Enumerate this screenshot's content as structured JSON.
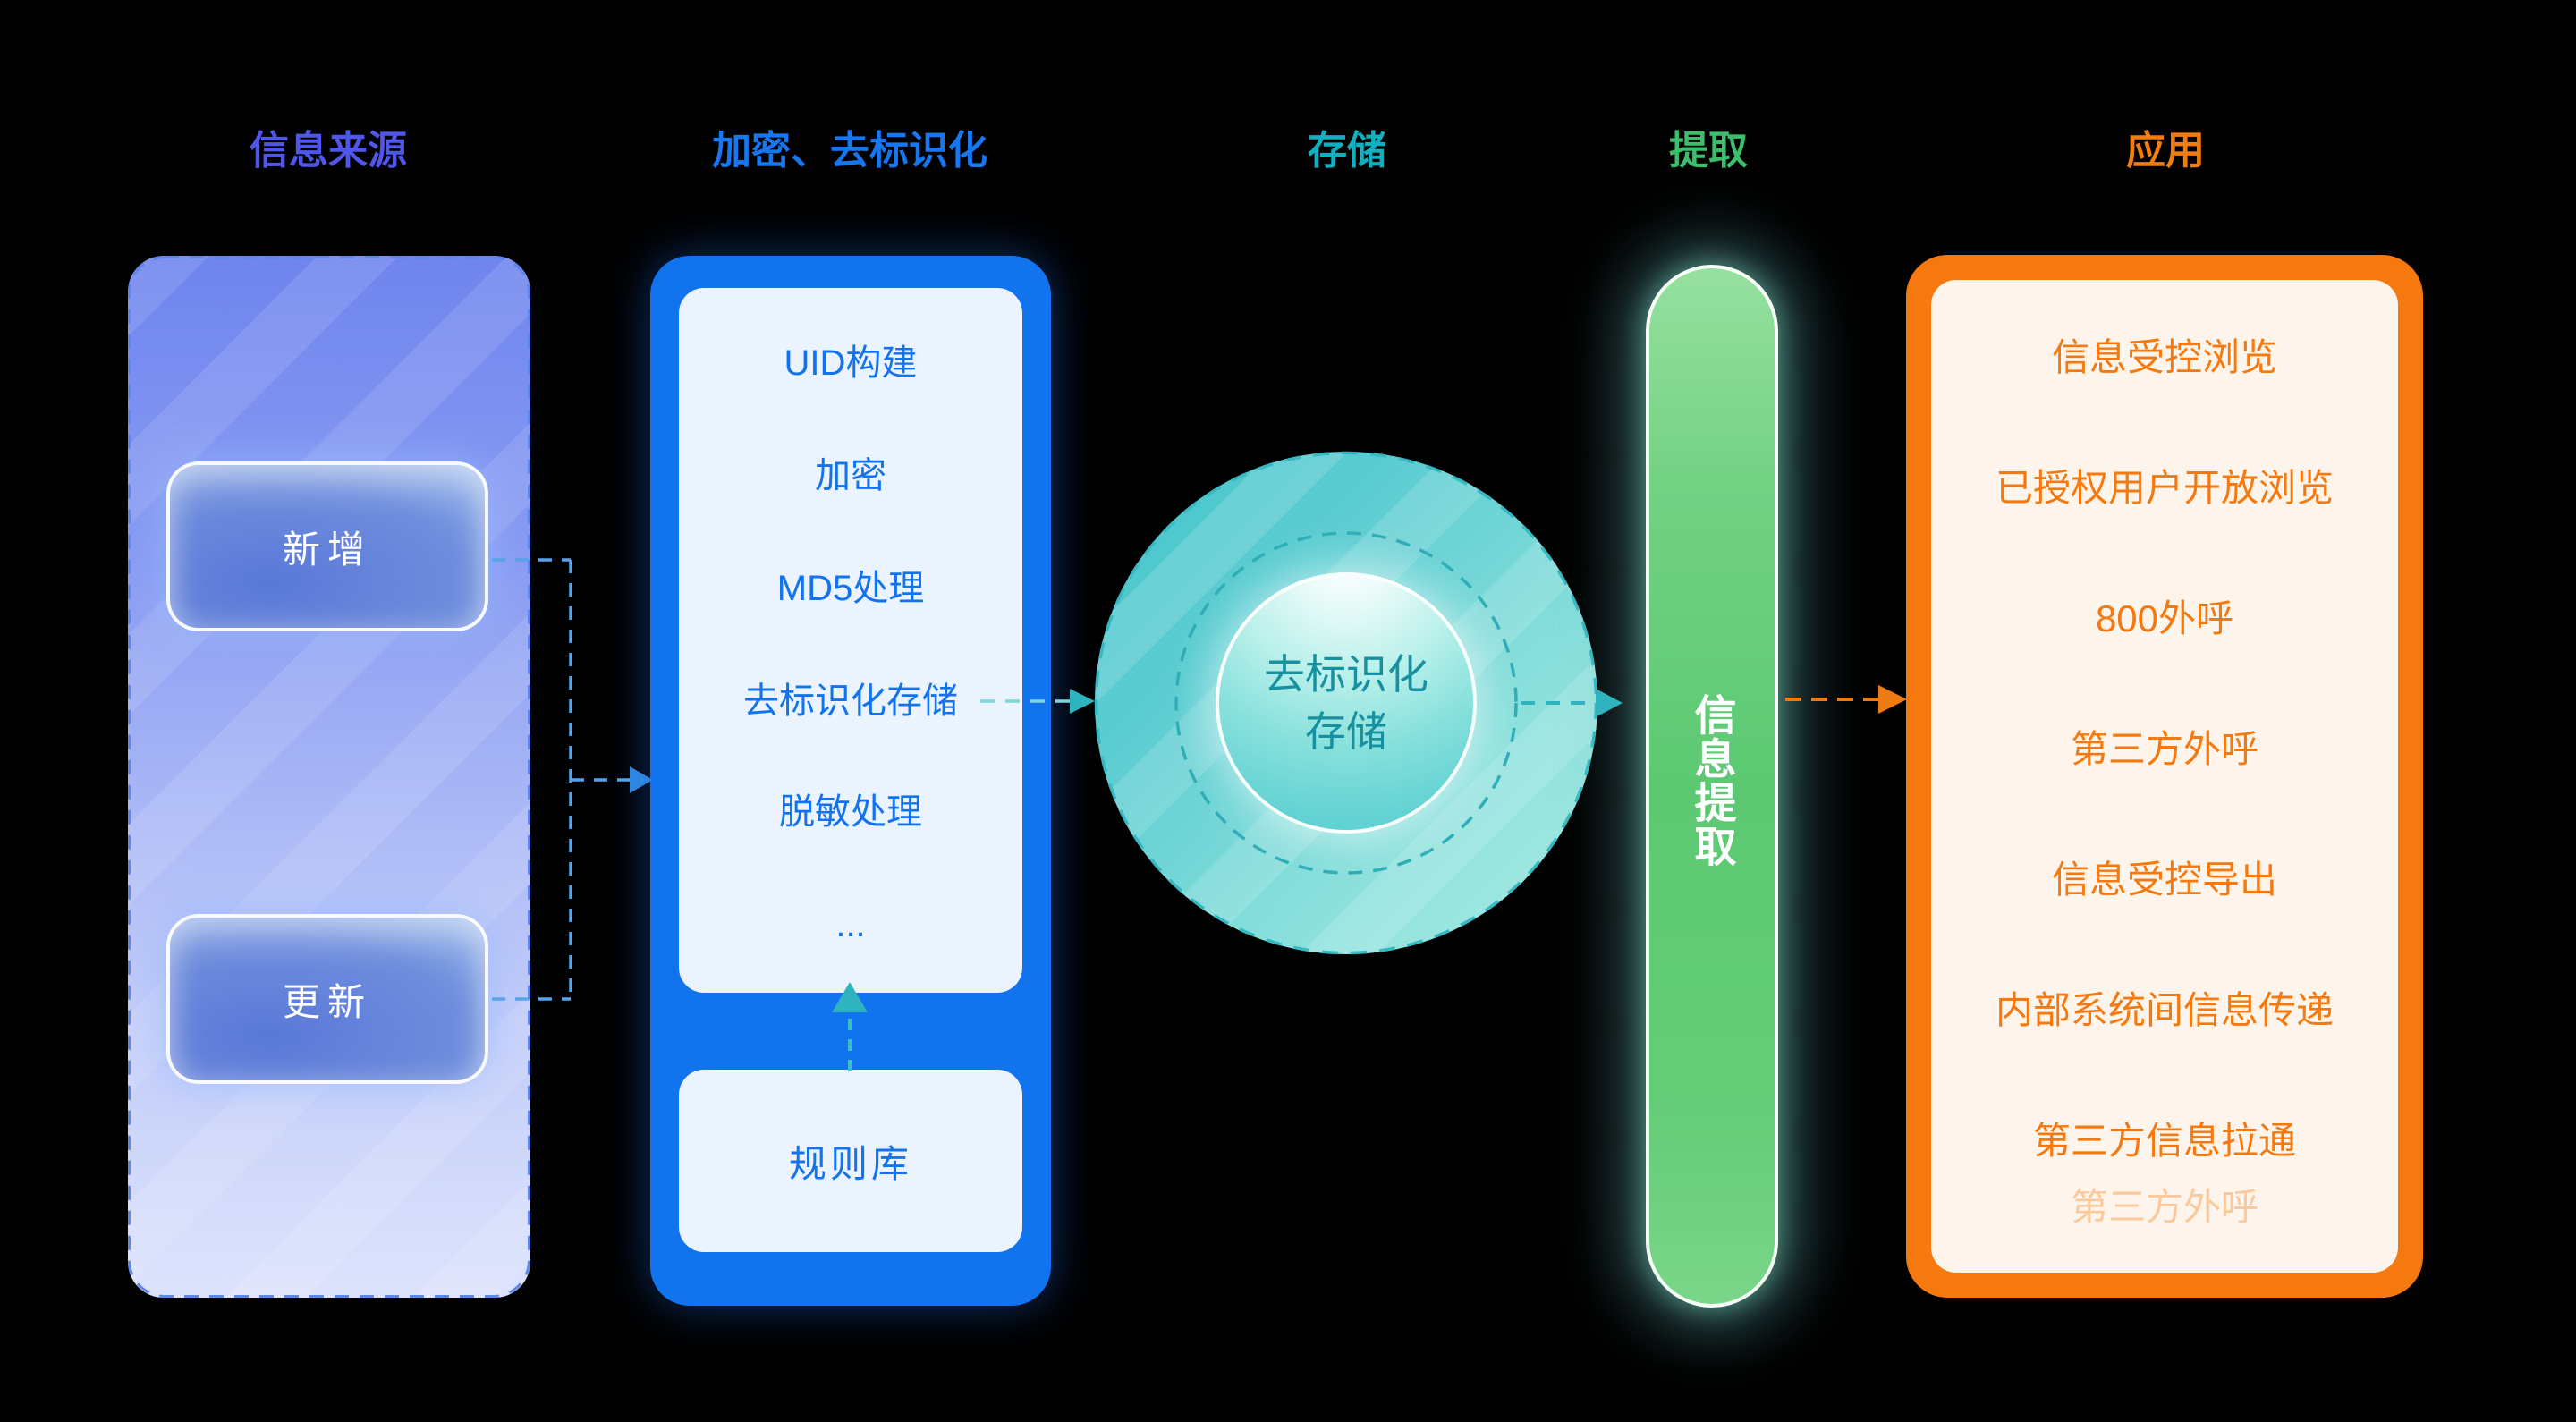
{
  "palette": {
    "background": "#000000",
    "source_accent": "#5156EB",
    "process_accent": "#1273EF",
    "storage_accent": "#12AFC0",
    "extract_accent": "#3CBE6C",
    "apply_accent": "#F5790F"
  },
  "source": {
    "title": "信息来源",
    "buttons": [
      "新增",
      "更新"
    ]
  },
  "process": {
    "title": "加密、去标识化",
    "steps": [
      "UID构建",
      "加密",
      "MD5处理",
      "去标识化存储",
      "脱敏处理",
      "..."
    ],
    "rule_library": "规则库"
  },
  "storage": {
    "title": "存储",
    "circle_line1": "去标识化",
    "circle_line2": "存储"
  },
  "extract": {
    "title": "提取",
    "bar_label": "信息提取"
  },
  "apply": {
    "title": "应用",
    "items": [
      "信息受控浏览",
      "已授权用户开放浏览",
      "800外呼",
      "第三方外呼",
      "信息受控导出",
      "内部系统间信息传递",
      "第三方信息拉通"
    ],
    "next_item_faded": "第三方外呼"
  }
}
